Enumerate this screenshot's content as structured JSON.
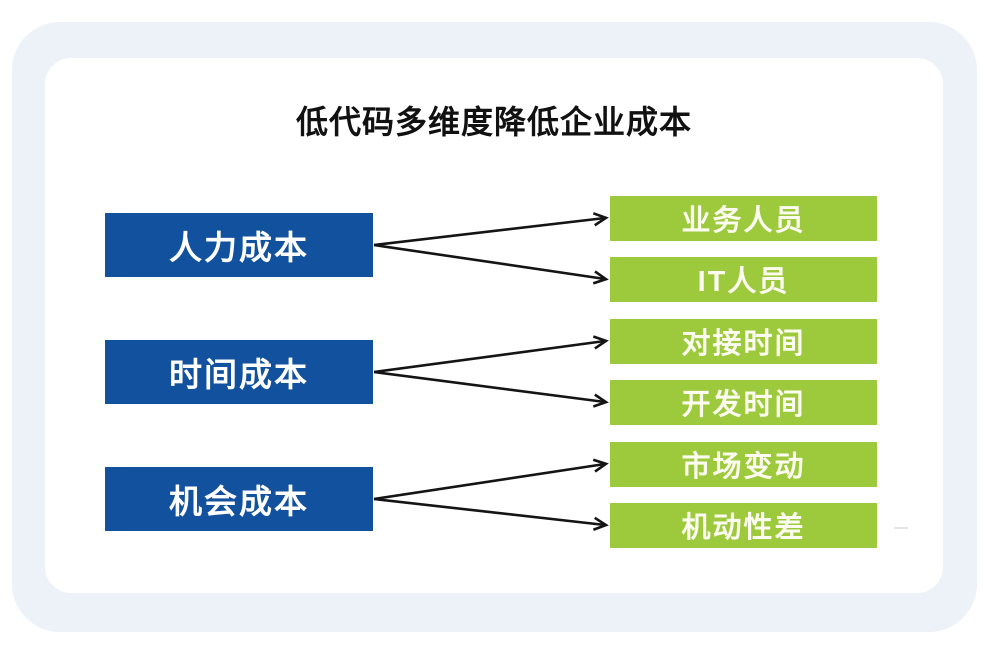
{
  "title": "低代码多维度降低企业成本",
  "colors": {
    "frame": "#edf1f8",
    "card": "#ffffff",
    "blue": "#12519e",
    "green": "#9dc93c",
    "arrow": "#141414",
    "box_text": "#ffffff",
    "title_text": "#111111"
  },
  "diagram": {
    "sources": [
      {
        "id": "human-cost",
        "label": "人力成本"
      },
      {
        "id": "time-cost",
        "label": "时间成本"
      },
      {
        "id": "opportunity-cost",
        "label": "机会成本"
      }
    ],
    "targets": [
      {
        "id": "business-staff",
        "label": "业务人员"
      },
      {
        "id": "it-staff",
        "label": "IT人员"
      },
      {
        "id": "integration-time",
        "label": "对接时间"
      },
      {
        "id": "development-time",
        "label": "开发时间"
      },
      {
        "id": "market-change",
        "label": "市场变动"
      },
      {
        "id": "poor-mobility",
        "label": "机动性差"
      }
    ],
    "links": [
      {
        "from": 0,
        "to": 0
      },
      {
        "from": 0,
        "to": 1
      },
      {
        "from": 1,
        "to": 2
      },
      {
        "from": 1,
        "to": 3
      },
      {
        "from": 2,
        "to": 4
      },
      {
        "from": 2,
        "to": 5
      }
    ]
  }
}
